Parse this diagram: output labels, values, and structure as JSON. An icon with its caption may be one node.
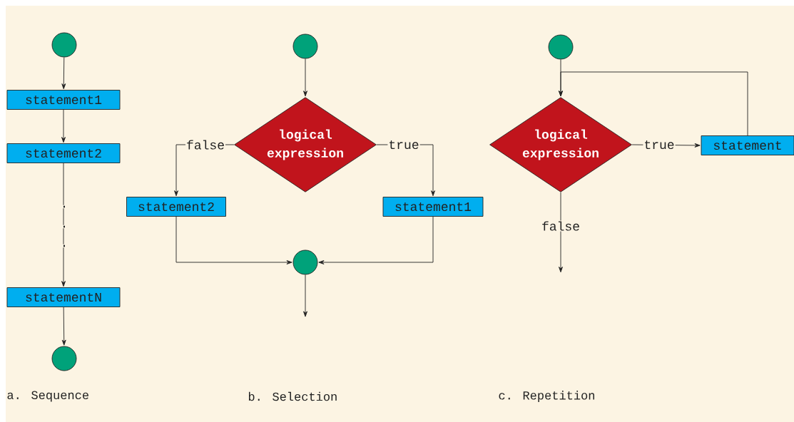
{
  "diagram": {
    "nodes": [
      {
        "text": [],
        "shape": "circle"
      },
      {
        "text": [
          "statement1"
        ]
      },
      {
        "text": [
          "statement2"
        ]
      },
      {
        "text": [
          "statementN"
        ]
      },
      {
        "text": [],
        "shape": "circle"
      },
      {
        "text": [],
        "shape": "circle"
      },
      {
        "text": [
          "logical expression"
        ]
      },
      {
        "text": [
          "statement2"
        ]
      },
      {
        "text": [
          "statement1"
        ]
      },
      {
        "text": [],
        "shape": "circle"
      },
      {
        "text": [],
        "shape": "circle"
      },
      {
        "text": [
          "logical expression"
        ]
      },
      {
        "text": [
          "statement"
        ]
      }
    ],
    "edges": [
      {
        "from": 0,
        "to": 1,
        "arrow": "to"
      },
      {
        "from": 1,
        "to": 2,
        "arrow": "to"
      },
      {
        "from": 2,
        "to": 3,
        "arrow": "to"
      },
      {
        "from": 3,
        "to": 4,
        "arrow": "to"
      },
      {
        "from": 5,
        "to": 6,
        "arrow": "to"
      },
      {
        "from": 6,
        "to": 7,
        "arrow": "to",
        "label": "false"
      },
      {
        "from": 6,
        "to": 8,
        "arrow": "to",
        "label": "true"
      },
      {
        "from": 7,
        "to": 9,
        "arrow": "to"
      },
      {
        "from": 8,
        "to": 9,
        "arrow": "to"
      },
      {
        "from": 9,
        "to": null,
        "arrow": "to"
      },
      {
        "from": 10,
        "to": 11,
        "arrow": "to"
      },
      {
        "from": 11,
        "to": 12,
        "arrow": "to",
        "label": "true"
      },
      {
        "from": 12,
        "to": 11,
        "arrow": "to"
      },
      {
        "from": 11,
        "to": null,
        "arrow": "to",
        "label": "false"
      }
    ],
    "labels": [
      ".",
      ".",
      ".",
      "a. Sequence",
      "b. Selection",
      "c. Repetition"
    ]
  }
}
